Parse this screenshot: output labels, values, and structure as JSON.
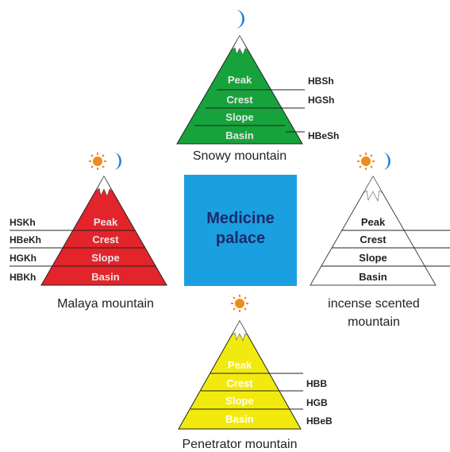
{
  "center": {
    "line1": "Medicine",
    "line2": "palace",
    "color": "#1aa0e0"
  },
  "mountains": {
    "snowy": {
      "caption": "Snowy mountain",
      "color": "#17a33c",
      "zone_text_color": "#e8e8e8",
      "zones": [
        "Peak",
        "Crest",
        "Slope",
        "Basin"
      ],
      "labels": [
        "HBSh",
        "HGSh",
        "HBeSh"
      ],
      "symbols": [
        "moon"
      ]
    },
    "malaya": {
      "caption": "Malaya mountain",
      "color": "#e3242b",
      "zone_text_color": "#e8e8e8",
      "zones": [
        "Peak",
        "Crest",
        "Slope",
        "Basin"
      ],
      "labels": [
        "HSKh",
        "HBeKh",
        "HGKh",
        "HBKh"
      ],
      "symbols": [
        "sun",
        "moon"
      ]
    },
    "incense": {
      "caption_line1": "incense scented",
      "caption_line2": "mountain",
      "color": "#ffffff",
      "zone_text_color": "#222222",
      "zones": [
        "Peak",
        "Crest",
        "Slope",
        "Basin"
      ],
      "symbols": [
        "sun",
        "moon"
      ]
    },
    "penetrator": {
      "caption": "Penetrator mountain",
      "color": "#f2ea0f",
      "zone_text_color": "#ffffff",
      "zones": [
        "Peak",
        "Crest",
        "Slope",
        "Basin"
      ],
      "labels": [
        "HBB",
        "HGB",
        "HBeB"
      ],
      "symbols": [
        "sun"
      ]
    }
  },
  "symbol_colors": {
    "sun": "#f08a1c",
    "moon": "#1a7fd8"
  }
}
